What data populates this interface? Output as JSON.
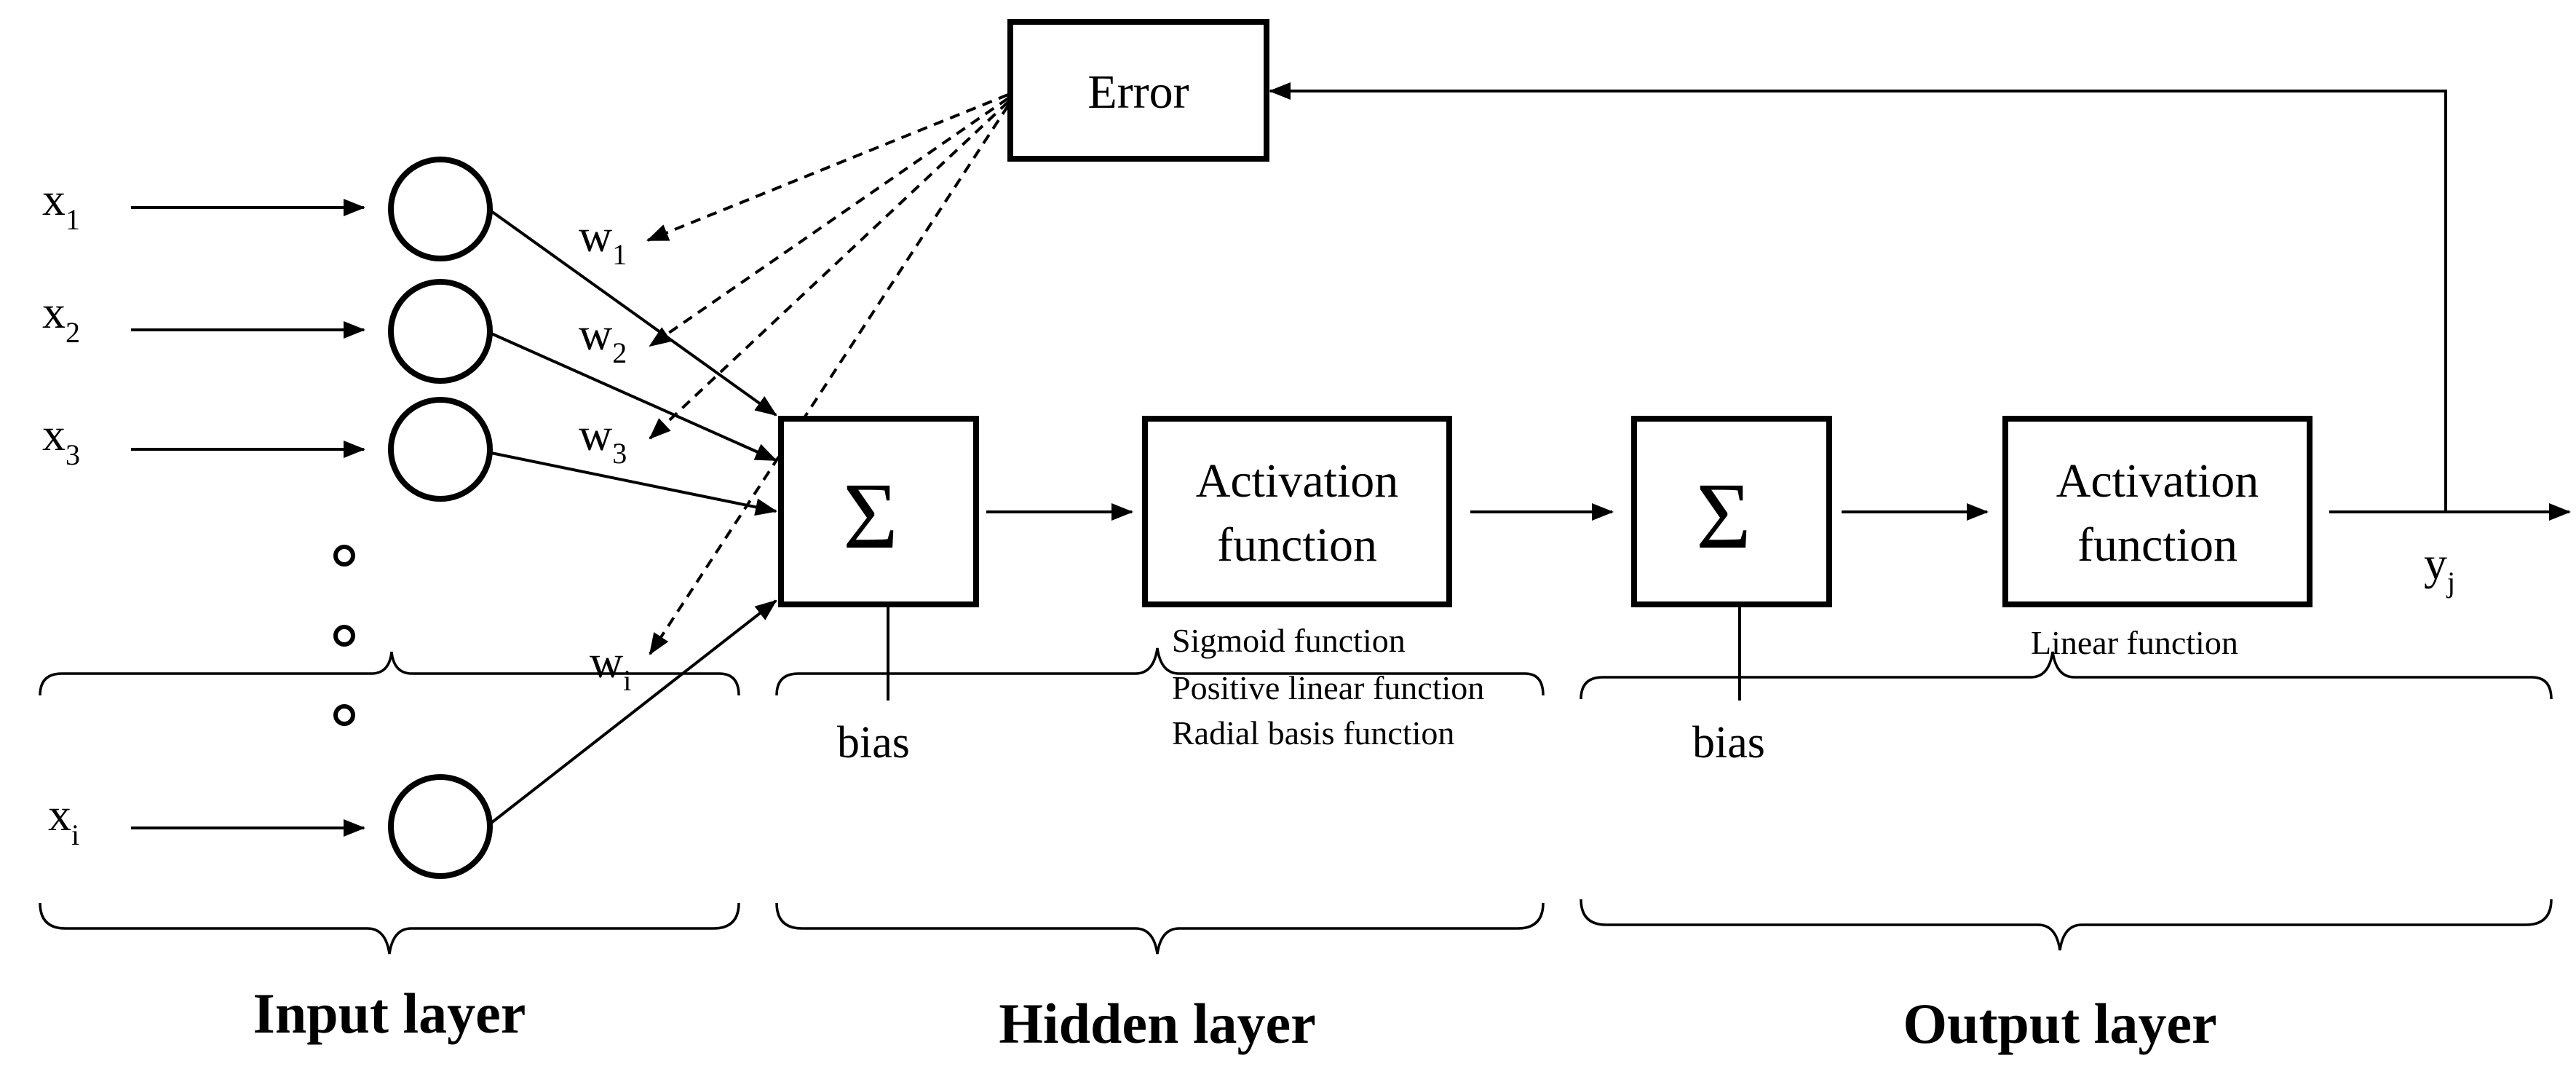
{
  "inputs": {
    "x1": {
      "base": "x",
      "sub": "1"
    },
    "x2": {
      "base": "x",
      "sub": "2"
    },
    "x3": {
      "base": "x",
      "sub": "3"
    },
    "xi": {
      "base": "x",
      "sub": "i"
    }
  },
  "weights": {
    "w1": {
      "base": "w",
      "sub": "1"
    },
    "w2": {
      "base": "w",
      "sub": "2"
    },
    "w3": {
      "base": "w",
      "sub": "3"
    },
    "wi": {
      "base": "w",
      "sub": "i"
    }
  },
  "error_label": "Error",
  "hidden": {
    "sum_symbol": "Σ",
    "activation_line1": "Activation",
    "activation_line2": "function",
    "bias_label": "bias",
    "functions": [
      "Sigmoid  function",
      "Positive  linear  function",
      "Radial basis function"
    ]
  },
  "output": {
    "sum_symbol": "Σ",
    "activation_line1": "Activation",
    "activation_line2": "function",
    "bias_label": "bias",
    "function_label": "Linear function",
    "y": {
      "base": "y",
      "sub": "j"
    }
  },
  "layers": {
    "input": "Input layer",
    "hidden": "Hidden layer",
    "output": "Output layer"
  }
}
